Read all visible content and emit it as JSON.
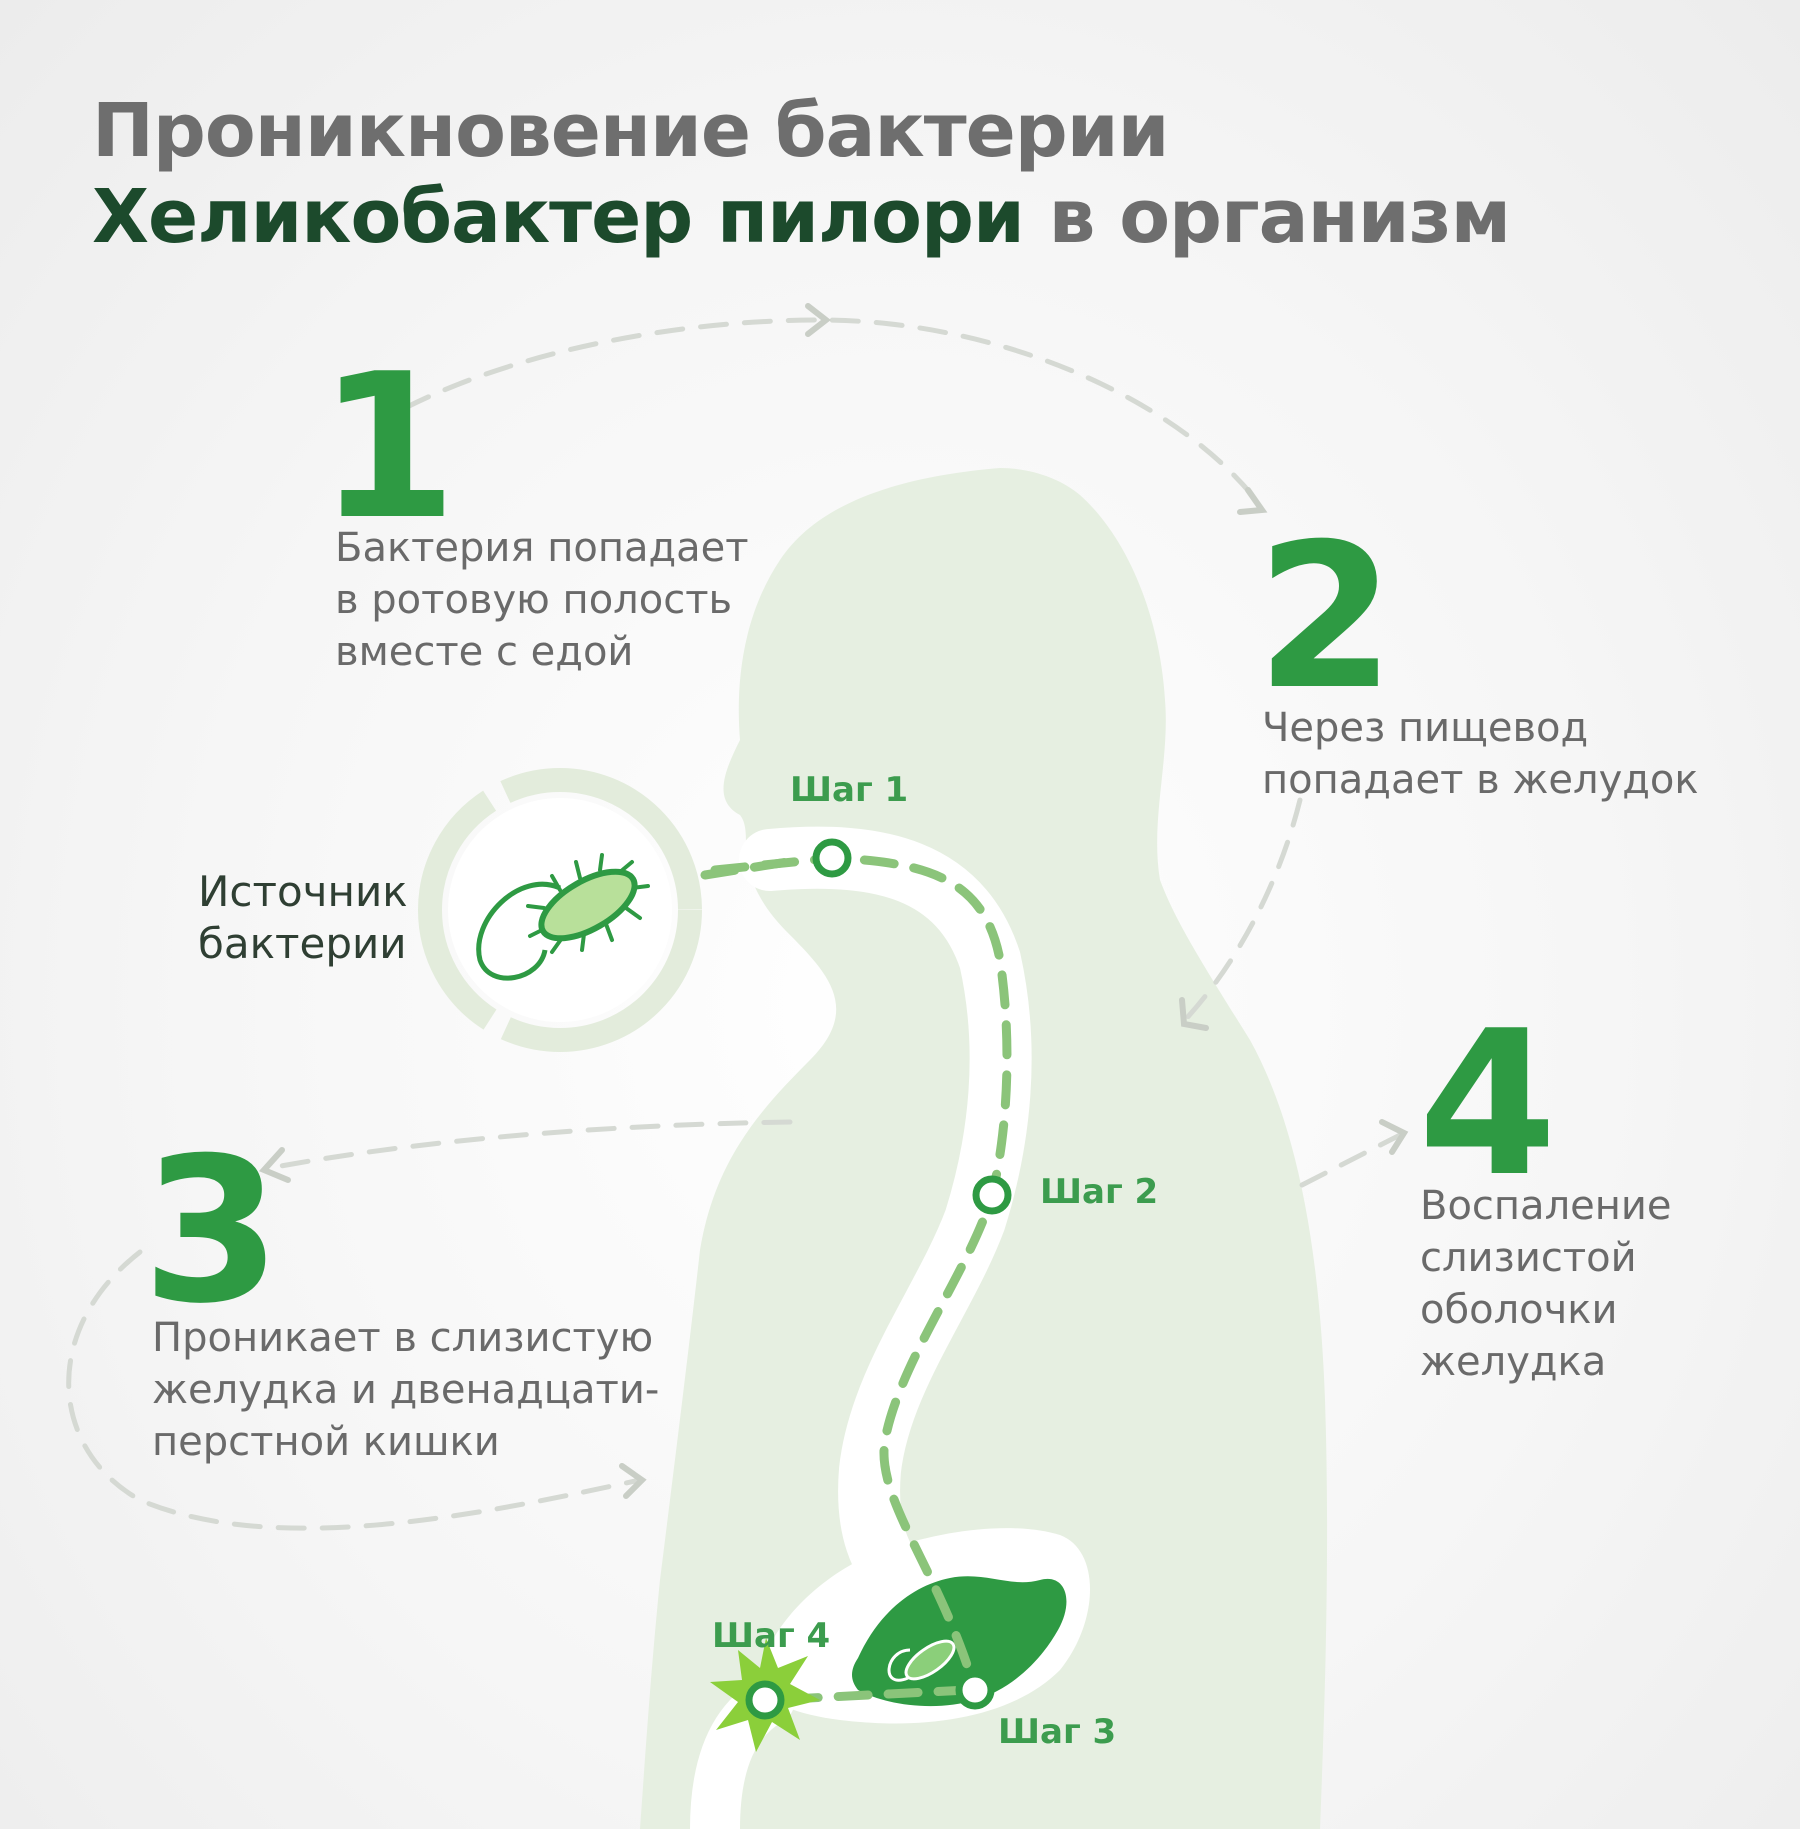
{
  "title": {
    "line1": "Проникновение бактерии",
    "line2_strong": "Хеликобактер пилори",
    "line2_rest": "в организм"
  },
  "steps": [
    {
      "number": "1",
      "lines": [
        "Бактерия попадает",
        "в ротовую полость",
        "вместе с едой"
      ]
    },
    {
      "number": "2",
      "lines": [
        "Через пищевод",
        "попадает в желудок"
      ]
    },
    {
      "number": "3",
      "lines": [
        "Проникает в слизистую",
        "желудка и двенадцати-",
        "перстной кишки"
      ]
    },
    {
      "number": "4",
      "lines": [
        "Воспаление",
        "слизистой",
        "оболочки",
        "желудка"
      ]
    }
  ],
  "source": {
    "lines": [
      "Источник",
      "бактерии"
    ]
  },
  "markers": {
    "shag1": "Шаг 1",
    "shag2": "Шаг 2",
    "shag3": "Шаг 3",
    "shag4": "Шаг 4"
  },
  "colors": {
    "accent": "#2e9a43",
    "title_dark": "#1c4a2c",
    "silhouette": "#e6efe1",
    "stomach": "#2e9a43"
  }
}
